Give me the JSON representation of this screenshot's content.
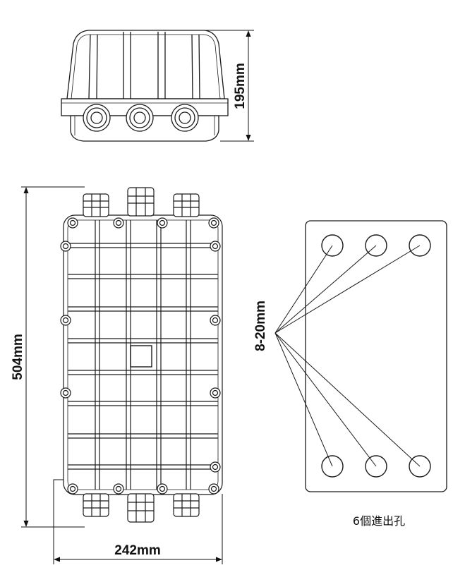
{
  "dimensions": {
    "height": "195mm",
    "length": "504mm",
    "width": "242mm",
    "port_range": "8-20mm"
  },
  "ports_caption": "6個進出孔",
  "stroke_color": "#1a1a1a"
}
